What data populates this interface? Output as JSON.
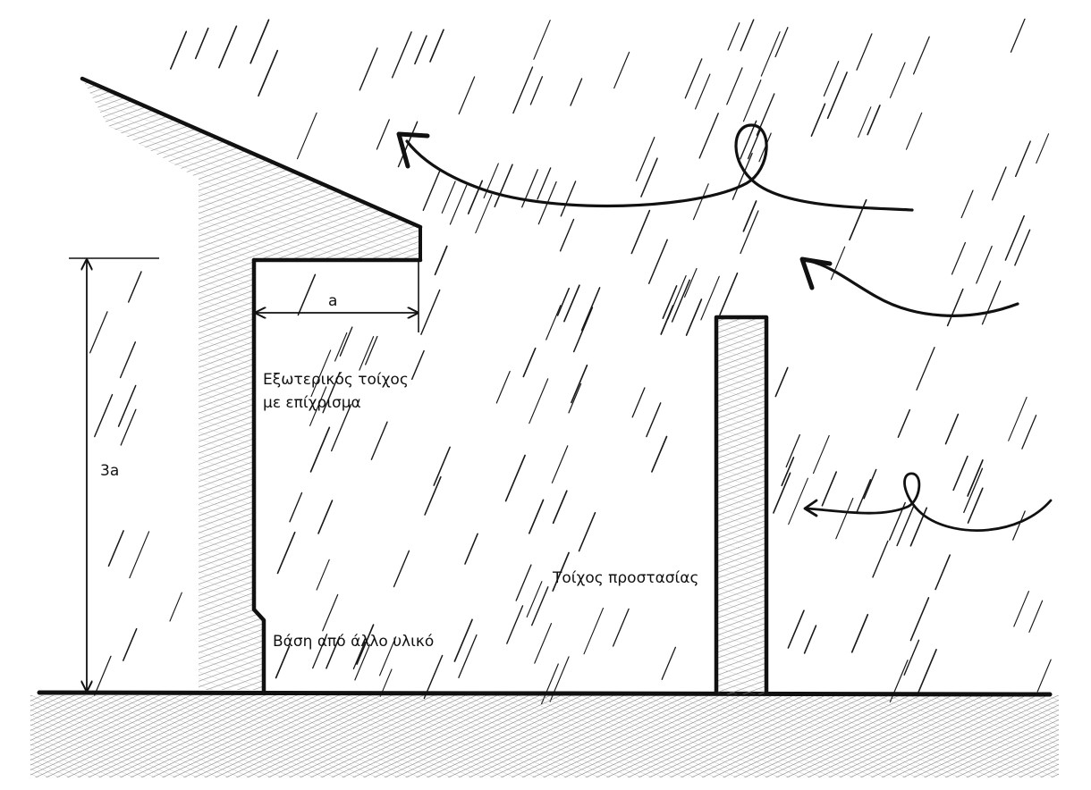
{
  "labels": {
    "overhang_width": "a",
    "wall_height": "3a",
    "exterior_wall_line1": "Εξωτερικός τοίχος",
    "exterior_wall_line2": "με επίχρισμα",
    "base_material": "Βάση από άλλο υλικό",
    "protection_wall": "Τοίχος προστασίας"
  },
  "colors": {
    "ink": "#111111",
    "hatch": "#8a8a8a",
    "rain": "#1a1a1a"
  }
}
